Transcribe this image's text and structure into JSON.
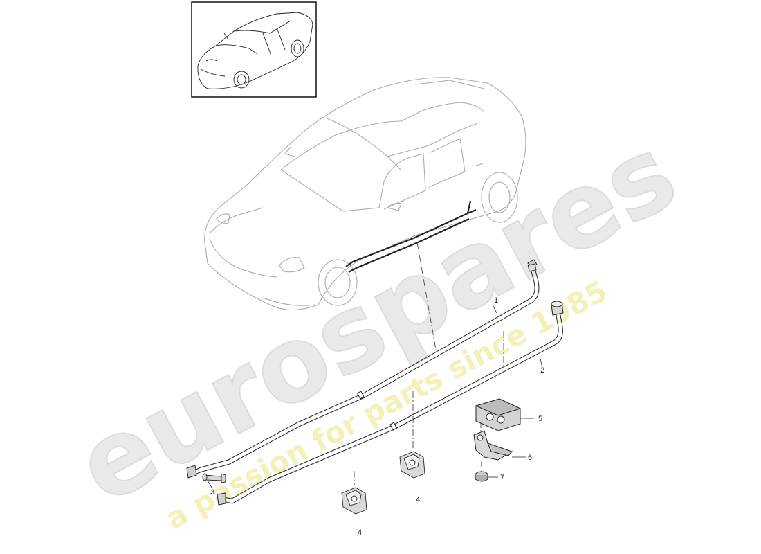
{
  "diagram": {
    "thumbnail_icon": "car-thumbnail-icon",
    "main_icon": "car-outline-icon",
    "parts": [
      {
        "id": "1",
        "label": "1",
        "name": "line-1"
      },
      {
        "id": "2",
        "label": "2",
        "name": "line-2"
      },
      {
        "id": "3",
        "label": "3",
        "name": "connector-3"
      },
      {
        "id": "4a",
        "label": "4",
        "name": "clip-4-upper"
      },
      {
        "id": "4b",
        "label": "4",
        "name": "clip-4-lower"
      },
      {
        "id": "5",
        "label": "5",
        "name": "rubber-mount-5"
      },
      {
        "id": "6",
        "label": "6",
        "name": "bracket-6"
      },
      {
        "id": "7",
        "label": "7",
        "name": "nut-7"
      }
    ]
  },
  "watermark": {
    "brand": "eurospares",
    "tagline": "a passion for parts since 1985",
    "colors": {
      "brand": "#e6e6e6",
      "tagline": "#f3f0b0"
    }
  }
}
